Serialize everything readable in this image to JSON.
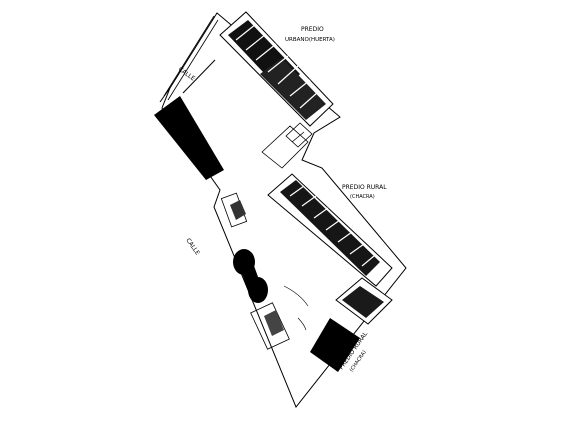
{
  "labels": {
    "calle_top": "CALLE",
    "calle_left": "CALLE",
    "predio_urbano_line1": "PREDIO",
    "predio_urbano_line2": "URBANO(HUERTA)",
    "predio_rural_1_line1": "PREDIO RURAL",
    "predio_rural_1_line2": "(CHACRA)",
    "predio_rural_2_line1": "PREDIO RURAL",
    "predio_rural_2_line2": "(CHACRA)"
  },
  "colors": {
    "line": "#000000",
    "fill": "#000000",
    "background": "#ffffff"
  }
}
